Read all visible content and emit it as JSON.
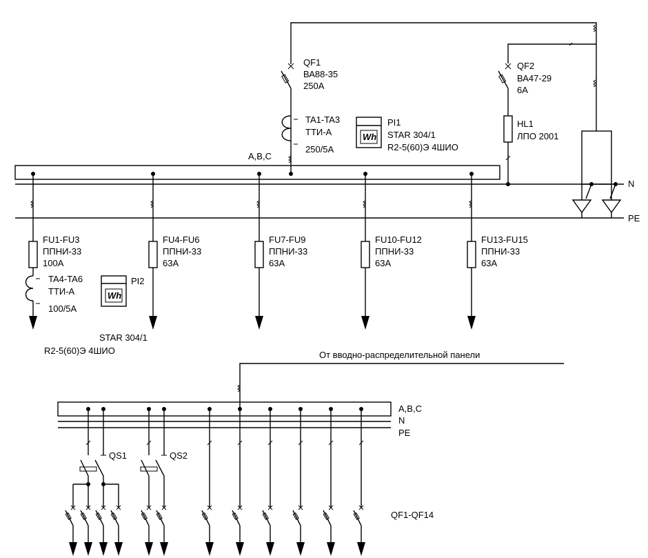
{
  "breakers": {
    "qf1": {
      "id": "QF1",
      "model": "ВА88-35",
      "rating": "250A"
    },
    "qf2": {
      "id": "QF2",
      "model": "ВА47-29",
      "rating": "6A"
    }
  },
  "ct_main": {
    "id": "TA1-TA3",
    "model": "ТТИ-А",
    "ratio": "250/5A"
  },
  "meter_main": {
    "id": "PI1",
    "model": "STAR 304/1",
    "spec": "R2-5(60)Э 4ШИО",
    "symbol": "Wh"
  },
  "lamp": {
    "id": "HL1",
    "model": "ЛПО 2001"
  },
  "buses": {
    "phases": "A,B,C",
    "neutral": "N",
    "earth": "PE"
  },
  "fuses": [
    {
      "id": "FU1-FU3",
      "model": "ППНИ-33",
      "rating": "100A"
    },
    {
      "id": "FU4-FU6",
      "model": "ППНИ-33",
      "rating": "63A"
    },
    {
      "id": "FU7-FU9",
      "model": "ППНИ-33",
      "rating": "63A"
    },
    {
      "id": "FU10-FU12",
      "model": "ППНИ-33",
      "rating": "63A"
    },
    {
      "id": "FU13-FU15",
      "model": "ППНИ-33",
      "rating": "63A"
    }
  ],
  "ct_feeder": {
    "id": "TA4-TA6",
    "model": "ТТИ-А",
    "ratio": "100/5A"
  },
  "meter_feeder": {
    "id": "PI2",
    "model": "STAR 304/1",
    "spec": "R2-5(60)Э 4ШИО",
    "symbol": "Wh"
  },
  "panel2": {
    "source": "От вводно-распределительной панели",
    "phases": "A,B,C",
    "neutral": "N",
    "earth": "PE",
    "switch1": "QS1",
    "switch2": "QS2",
    "breakers": "QF1-QF14"
  }
}
